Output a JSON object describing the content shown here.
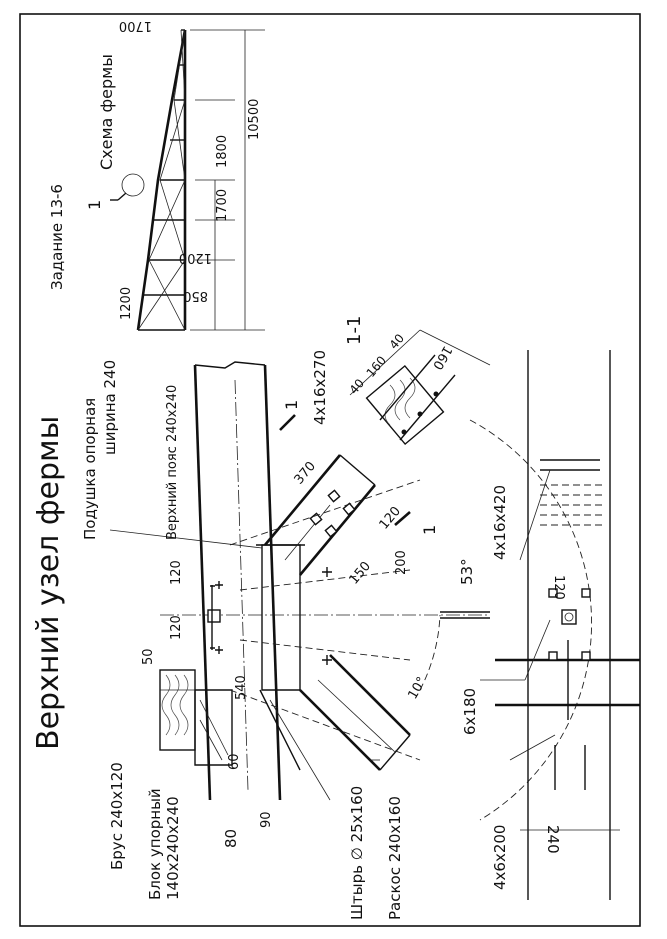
{
  "sheet": {
    "title": "Верхний узел фермы",
    "assignment": "Задание 13-6"
  },
  "scheme": {
    "title": "Схема фермы",
    "dim_top_height": "1700",
    "dim_bottom_height": "1200",
    "panels": [
      "850",
      "1200",
      "1700",
      "1800"
    ],
    "total_span": "10500",
    "section_mark": "1"
  },
  "labels": {
    "support_pad": "Подушка опорная",
    "support_pad_width": "ширина 240",
    "top_chord": "Верхний пояс 240x240",
    "beam": "Брус 240x120",
    "stop_block": "Блок упорный",
    "stop_block_size": "140x240x240",
    "pin": "Штырь ∅ 25x160",
    "brace": "Раскос 240x160",
    "plate_top": "4x16x270",
    "plate_side": "4x16x420",
    "bolt_6x180": "6x180",
    "nail_4x6x200": "4x6x200",
    "section_cut": "1",
    "section_title": "1-1"
  },
  "dims": {
    "d50": "50",
    "d120a": "120",
    "d120b": "120",
    "d540": "540",
    "d60": "60",
    "d90": "90",
    "d80": "80",
    "d370": "370",
    "d150": "150",
    "d200": "200",
    "d120c": "120",
    "angle53": "53°",
    "angle10": "10°",
    "sec_40a": "40",
    "sec_160": "160",
    "sec_40b": "40",
    "sec_160b": "160",
    "plan_120": "120",
    "plan_240": "240"
  }
}
